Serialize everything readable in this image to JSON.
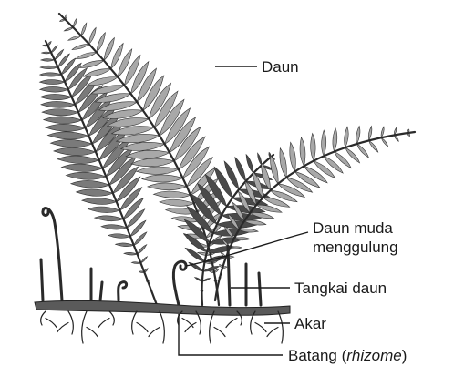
{
  "labels": {
    "daun": "Daun",
    "daun_muda_line1": "Daun muda",
    "daun_muda_line2": "menggulung",
    "tangkai_daun": "Tangkai daun",
    "akar": "Akar",
    "batang_prefix": "Batang (",
    "batang_italic": "rhizome",
    "batang_suffix": ")"
  },
  "colors": {
    "frond_dark": "#4a4a4a",
    "frond_mid": "#7a7a7a",
    "frond_light": "#a8a8a8",
    "ink": "#1a1a1a"
  }
}
